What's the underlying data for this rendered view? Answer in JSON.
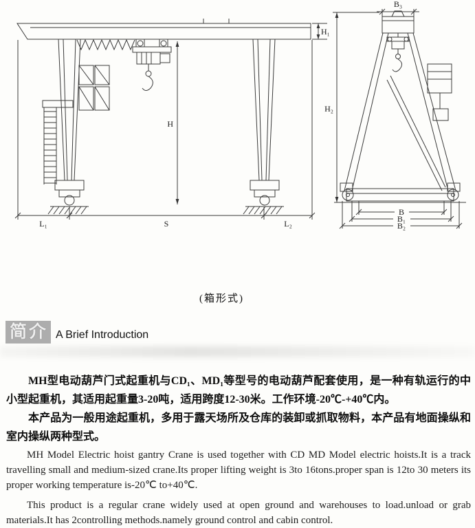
{
  "diagram": {
    "caption": "(箱形式)",
    "front_view": {
      "labels": {
        "h1": "H₁",
        "h": "H",
        "l1": "L₁",
        "s": "S",
        "l2": "L₂"
      }
    },
    "side_view": {
      "labels": {
        "b3": "B₃",
        "h2": "H₂",
        "b": "B",
        "b1": "B₁",
        "b2": "B₂"
      }
    }
  },
  "intro": {
    "stamp": "简介",
    "title": "A Brief Introduction"
  },
  "chinese": {
    "p1": "MH型电动葫芦门式起重机与CD₁、MD₁等型号的电动葫芦配套使用，是一种有轨运行的中小型起重机，其适用起重量3-20吨，适用跨度12-30米。工作环境-20℃-+40℃内。",
    "p2": "本产品为一般用途起重机，多用于露天场所及仓库的装卸或抓取物料，本产品有地面操纵和室内操纵两种型式。"
  },
  "english": {
    "p1": "MH Model Electric hoist gantry Crane is used together with CD MD Model electric hoists.It is a track travelling small and medium-sized crane.Its proper lifting weight is 3to 16tons.proper span is 12to 30 meters its proper working temperature is-20℃ to+40℃.",
    "p2": "This product is a regular crane widely used at open ground and warehouses to load.unload or grab materials.It has 2controlling methods.namely ground control and cabin control."
  }
}
